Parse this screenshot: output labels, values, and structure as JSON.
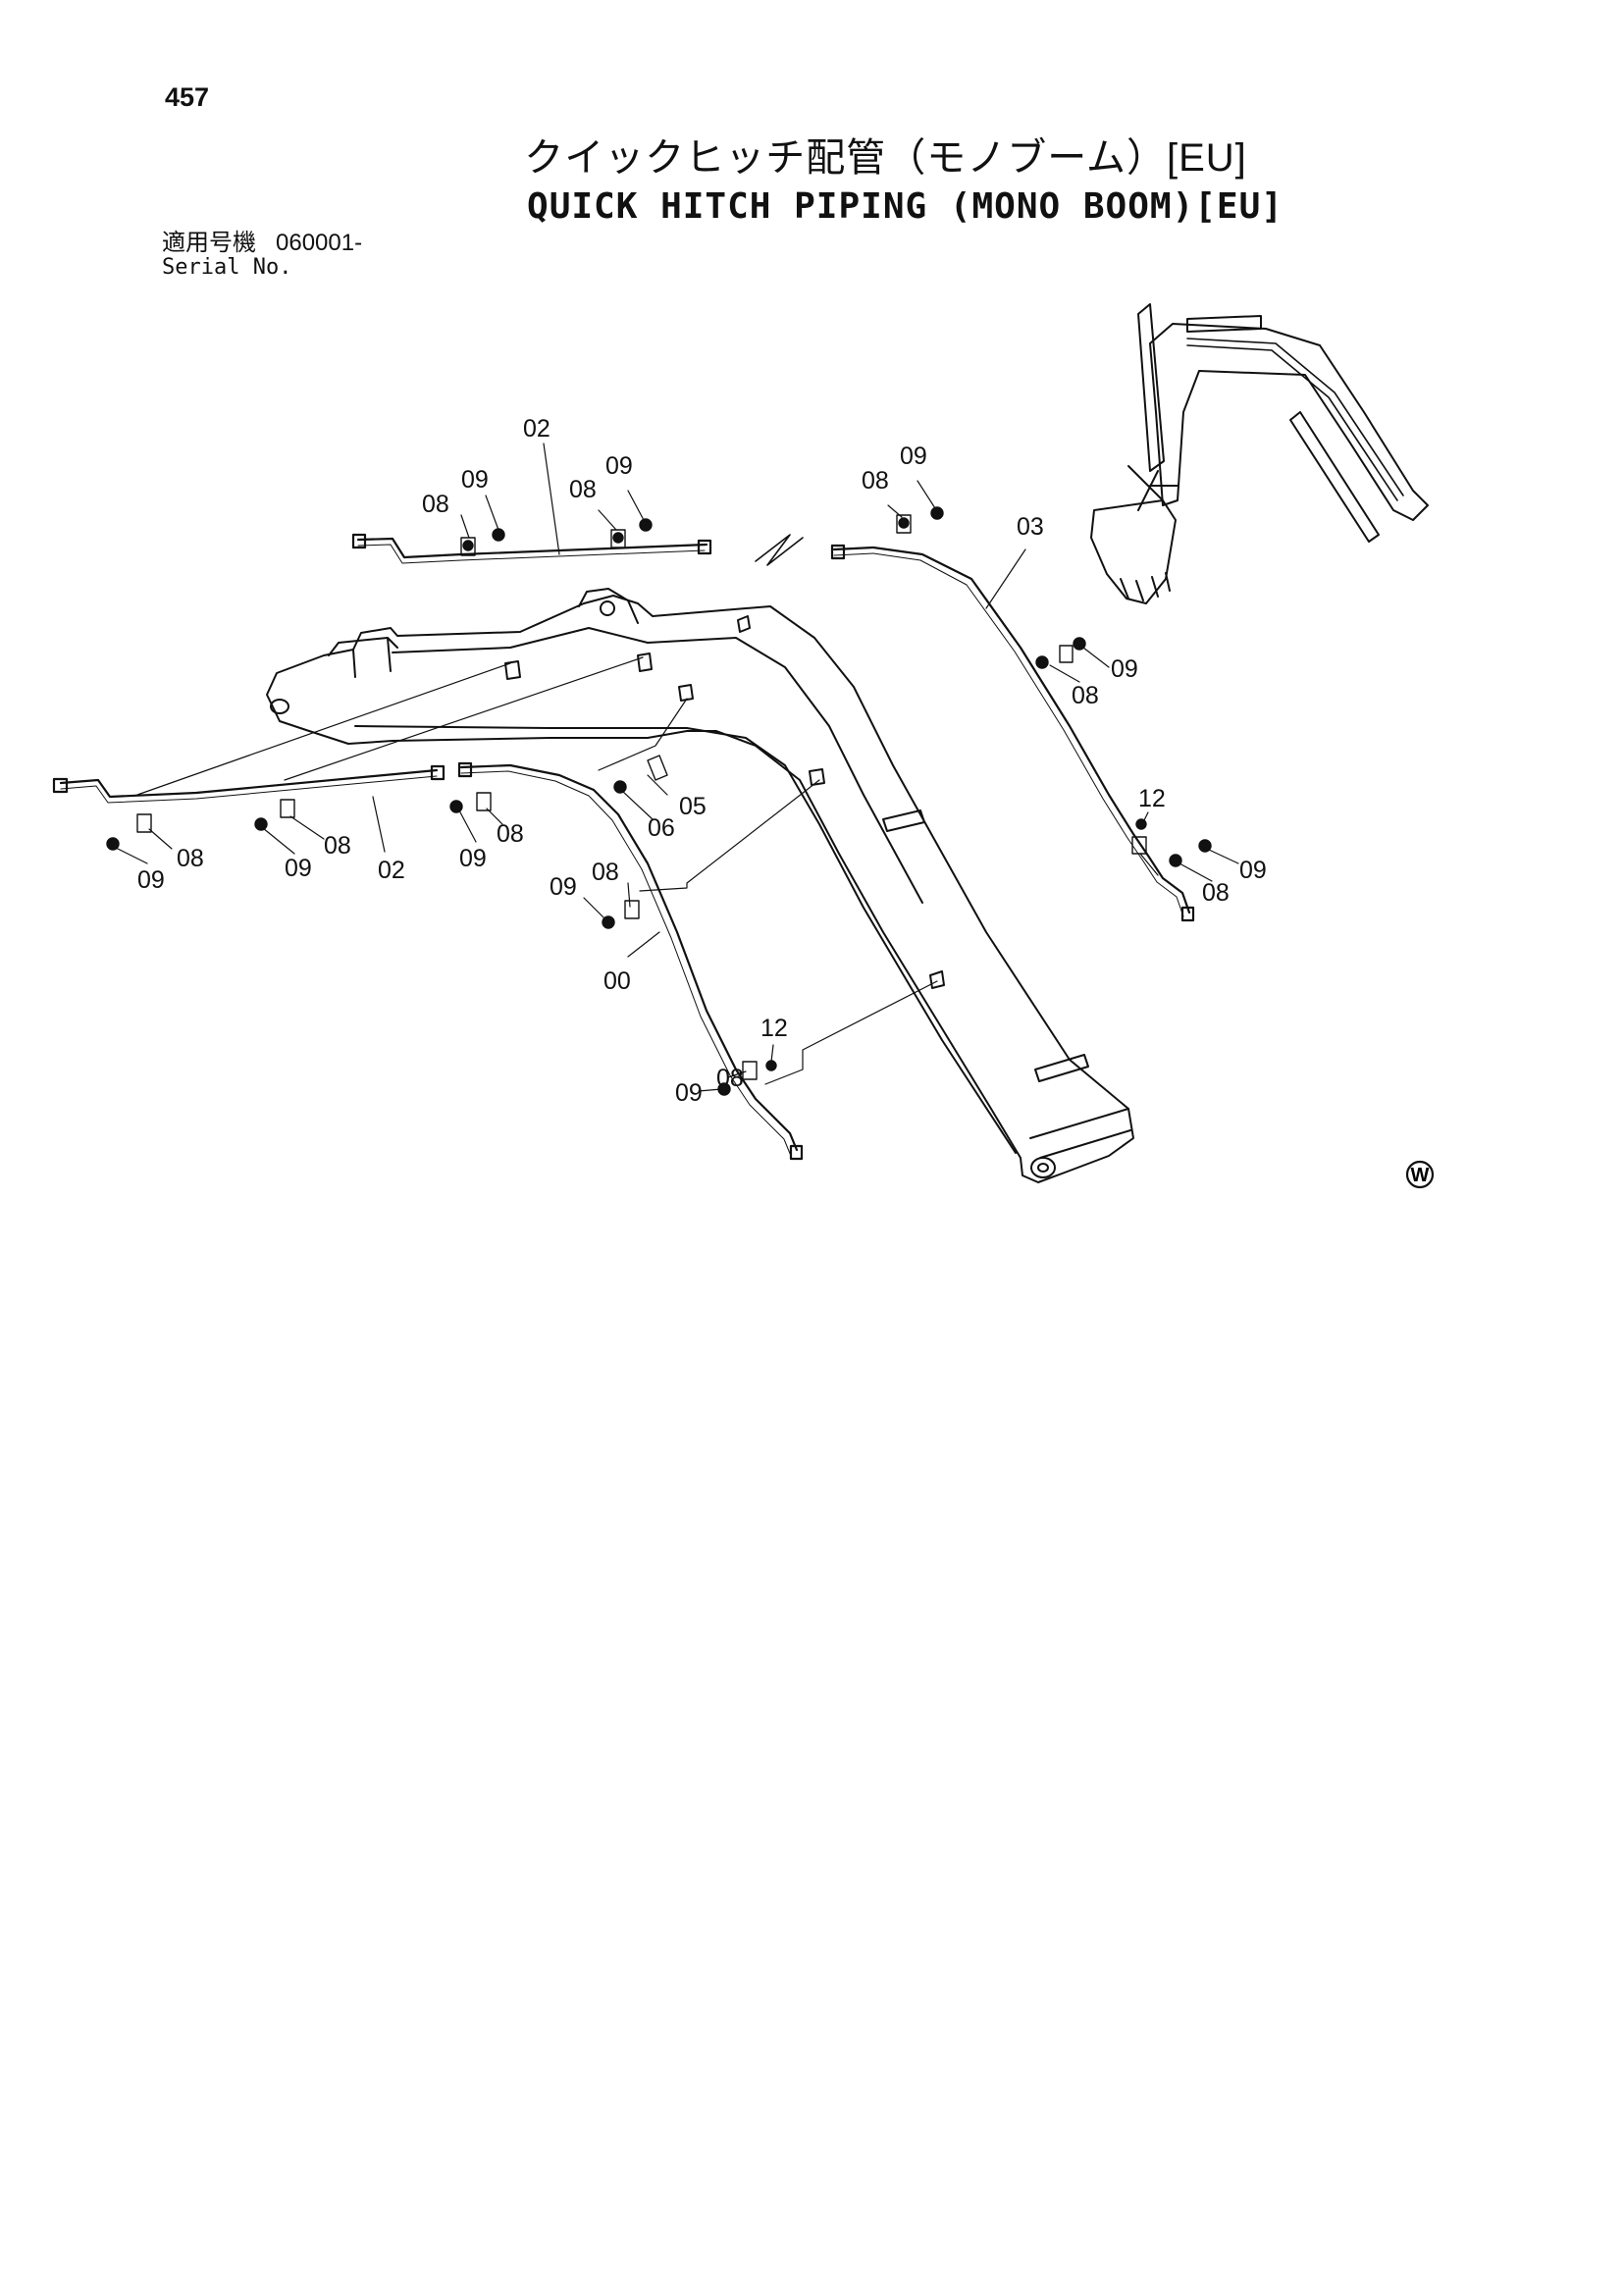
{
  "page": {
    "number": "457",
    "title_jp": "クイックヒッチ配管（モノブーム）[EU]",
    "title_en": "QUICK HITCH PIPING (MONO BOOM)[EU]",
    "serial_label_jp": "適用号機",
    "serial_value": "060001-",
    "serial_label_en": "Serial No."
  },
  "callouts": {
    "c1": "02",
    "c2": "09",
    "c3": "08",
    "c4": "09",
    "c5": "08",
    "c6": "09",
    "c7": "08",
    "c8": "03",
    "c9": "09",
    "c10": "08",
    "c11": "12",
    "c12": "09",
    "c13": "08",
    "c14": "05",
    "c15": "06",
    "c16": "08",
    "c17": "09",
    "c18": "08",
    "c19": "09",
    "c20": "08",
    "c21": "09",
    "c22": "02",
    "c23": "09",
    "c24": "08",
    "c25": "00",
    "c26": "12",
    "c27": "09",
    "c28": "08"
  },
  "emblem": "W"
}
